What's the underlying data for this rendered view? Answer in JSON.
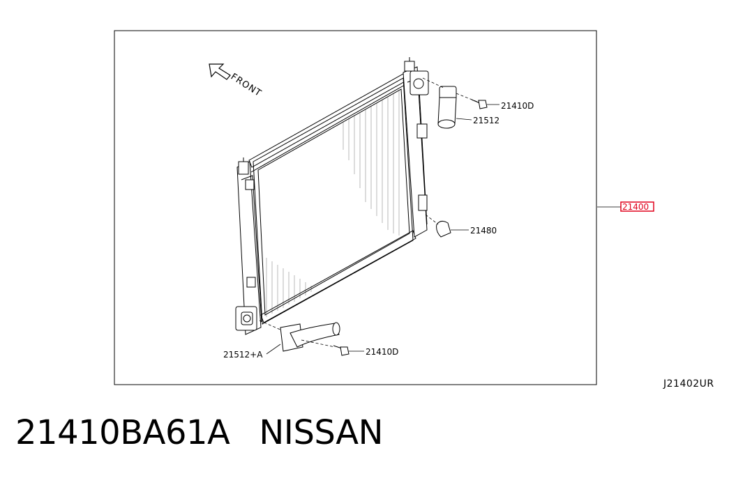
{
  "front_label": "FRONT",
  "callouts": {
    "bolt_top": "21410D",
    "hose_top": "21512",
    "bracket": "21480",
    "assembly": "21400",
    "hose_bottom": "21512+A",
    "bolt_bottom": "21410D"
  },
  "reference_code": "J21402UR",
  "caption": {
    "part_number": "21410BA61A",
    "brand": "NISSAN"
  },
  "colors": {
    "highlight": "#e0001b",
    "line": "#000000"
  }
}
